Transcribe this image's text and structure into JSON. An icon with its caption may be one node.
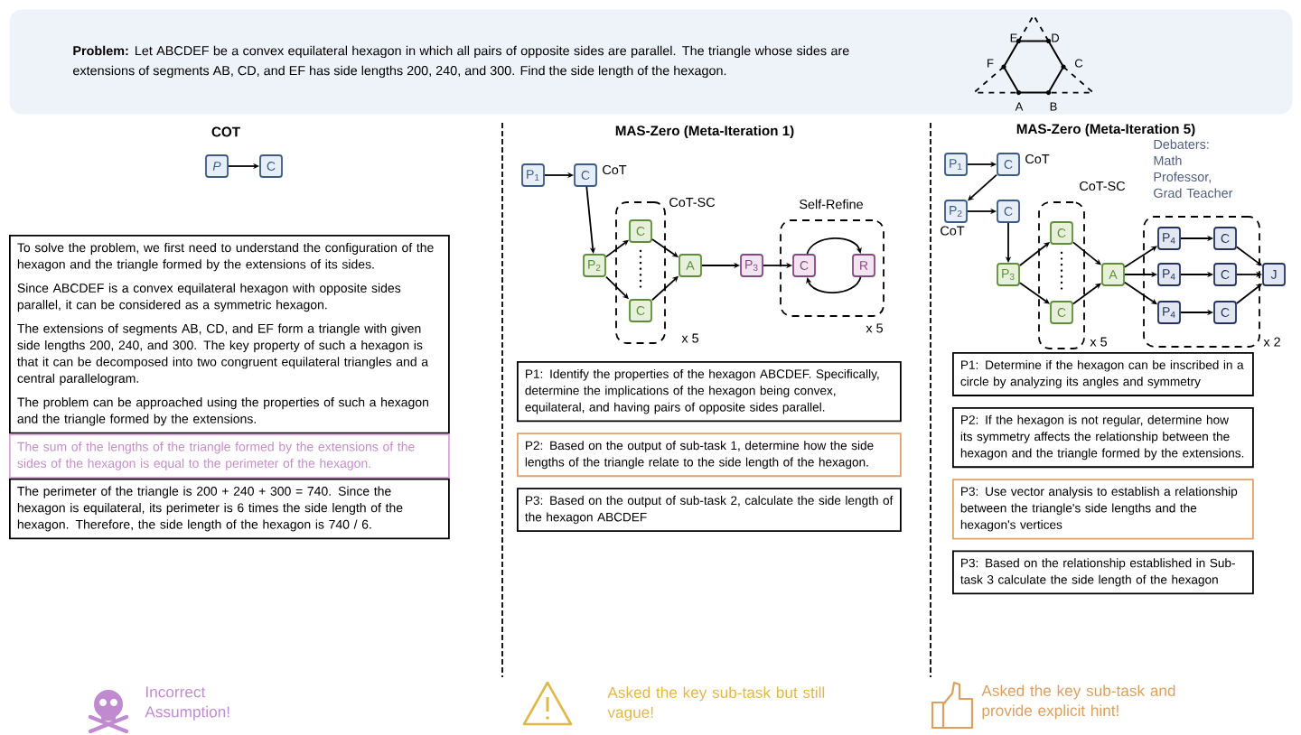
{
  "diagram": {
    "nodes": [
      {
        "text": [
          "**Problem:** Let ABCDEF be a convex equilateral hexagon in which all pairs of opposite sides are parallel. The triangle whose sides are extensions of segments AB, CD, and EF has side lengths 200, 240, and 300. Find the side length of the hexagon."
        ]
      },
      {
        "text": [
          "P"
        ]
      },
      {
        "text": [
          "C"
        ]
      },
      {
        "text": [
          "To solve the problem, we first need to understand the configuration of the hexagon and the triangle formed by the extensions of its sides.",
          "Since ABCDEF is a convex equilateral hexagon with opposite sides parallel, it can be considered as a symmetric hexagon.",
          "The extensions of segments AB, CD, and EF form a triangle with given side lengths 200, 240, and 300. The key property of such a hexagon is that it can be decomposed into two congruent equilateral triangles and a central parallelogram.",
          "The problem can be approached using the properties of such a hexagon and the triangle formed by the extensions."
        ]
      },
      {
        "text": [
          "The sum of the lengths of the triangle formed by the extensions of the sides of the hexagon is equal to the perimeter of the hexagon."
        ]
      },
      {
        "text": [
          "The perimeter of the triangle is 200 + 240 + 300 = 740. Since the hexagon is equilateral, its perimeter is 6 times the side length of the hexagon. Therefore, the side length of the hexagon is 740 / 6."
        ]
      },
      {
        "text": [
          "P$_{1}$"
        ]
      },
      {
        "text": [
          "C"
        ],
        "beside": [
          "CoT"
        ]
      },
      {
        "text": [
          "P$_{2}$"
        ]
      },
      {
        "text": [
          "CoT-SC"
        ],
        "beside": [
          "x 5"
        ]
      },
      {
        "text": [
          "C"
        ],
        "in": 9
      },
      {
        "text": [
          "C"
        ],
        "in": 9
      },
      {
        "text": [
          "A"
        ]
      },
      {
        "text": [
          "P$_{3}$"
        ]
      },
      {
        "text": [
          "Self-Refine"
        ],
        "beside": [
          "x 5"
        ]
      },
      {
        "text": [
          "C"
        ],
        "in": 14
      },
      {
        "text": [
          "R"
        ],
        "in": 14
      },
      {
        "text": [
          "P1: Identify the properties of the hexagon ABCDEF. Specifically, determine the implications of the hexagon being convex, equilateral, and having pairs of opposite sides parallel."
        ]
      },
      {
        "text": [
          "P2: Based on the output of sub-task 1, determine how the side lengths of the triangle relate to the side length of the hexagon."
        ]
      },
      {
        "text": [
          "P3: Based on the output of sub-task 2, calculate the side length of the hexagon ABCDEF"
        ]
      },
      {
        "text": [
          "P$_{1}$"
        ]
      },
      {
        "text": [
          "C"
        ],
        "beside": [
          "CoT"
        ]
      },
      {
        "text": [
          "P$_{2}$"
        ],
        "beside": [
          "CoT"
        ]
      },
      {
        "text": [
          "C"
        ]
      },
      {
        "text": [
          "P$_{3}$"
        ]
      },
      {
        "text": [
          "CoT-SC"
        ],
        "beside": [
          "x 5"
        ]
      },
      {
        "text": [
          "C"
        ],
        "in": 25
      },
      {
        "text": [
          "C"
        ],
        "in": 25
      },
      {
        "text": [
          "A"
        ]
      },
      {
        "text": [
          "Debaters: Math Professor, Grad Teacher"
        ],
        "beside": [
          "x 2"
        ]
      },
      {
        "text": [
          "P$_{4}$"
        ],
        "in": 29
      },
      {
        "text": [
          "C"
        ],
        "in": 29
      },
      {
        "text": [
          "P$_{4}$"
        ],
        "in": 29
      },
      {
        "text": [
          "C"
        ],
        "in": 29
      },
      {
        "text": [
          "P$_{4}$"
        ],
        "in": 29
      },
      {
        "text": [
          "C"
        ],
        "in": 29
      },
      {
        "text": [
          "J"
        ]
      },
      {
        "text": [
          "P1: Determine if the hexagon can be inscribed in a circle by analyzing its angles and symmetry"
        ]
      },
      {
        "text": [
          "P2: If the hexagon is not regular, determine how its symmetry affects the relationship between the hexagon and the triangle formed by the extensions."
        ]
      },
      {
        "text": [
          "P3: Use vector analysis to establish a relationship between the triangle's side lengths and the hexagon's vertices"
        ]
      },
      {
        "text": [
          "P3: Based on the relationship established in Sub-task 3 calculate the side length of the hexagon"
        ]
      }
    ],
    "edges": [
      {
        "from": 1,
        "to": 2,
        "arrow": "to"
      },
      {
        "from": 6,
        "to": 7,
        "arrow": "to"
      },
      {
        "from": 7,
        "to": 8,
        "arrow": "to"
      },
      {
        "from": 8,
        "to": 10,
        "arrow": "to"
      },
      {
        "from": 8,
        "to": 11,
        "arrow": "to"
      },
      {
        "from": 10,
        "to": 12,
        "arrow": "to"
      },
      {
        "from": 11,
        "to": 12,
        "arrow": "to"
      },
      {
        "from": 12,
        "to": 13,
        "arrow": "to"
      },
      {
        "from": 13,
        "to": 15,
        "arrow": "to"
      },
      {
        "from": 15,
        "to": 16,
        "arrow": "to"
      },
      {
        "from": 16,
        "to": 15,
        "arrow": "to"
      },
      {
        "from": 20,
        "to": 21,
        "arrow": "to"
      },
      {
        "from": 21,
        "to": 22,
        "arrow": "to"
      },
      {
        "from": 22,
        "to": 23,
        "arrow": "to"
      },
      {
        "from": 23,
        "to": 24,
        "arrow": "to"
      },
      {
        "from": 24,
        "to": 26,
        "arrow": "to"
      },
      {
        "from": 24,
        "to": 27,
        "arrow": "to"
      },
      {
        "from": 26,
        "to": 28,
        "arrow": "to"
      },
      {
        "from": 27,
        "to": 28,
        "arrow": "to"
      },
      {
        "from": 28,
        "to": 30,
        "arrow": "to"
      },
      {
        "from": 28,
        "to": 32,
        "arrow": "to"
      },
      {
        "from": 28,
        "to": 34,
        "arrow": "to"
      },
      {
        "from": 30,
        "to": 31,
        "arrow": "to"
      },
      {
        "from": 32,
        "to": 33,
        "arrow": "to"
      },
      {
        "from": 34,
        "to": 35,
        "arrow": "to"
      },
      {
        "from": 31,
        "to": 36,
        "arrow": "to"
      },
      {
        "from": 33,
        "to": 36,
        "arrow": "to"
      },
      {
        "from": 35,
        "to": 36,
        "arrow": "to"
      }
    ],
    "labels": [
      "E",
      "D",
      "F",
      "C",
      "A",
      "B",
      "COT",
      "MAS-Zero (Meta-Iteration 1)",
      "MAS-Zero (Meta-Iteration 5)",
      "Incorrect Assumption!",
      "Asked the key sub-task but still vague!",
      "Asked the key sub-task and provide explicit hint!"
    ]
  }
}
